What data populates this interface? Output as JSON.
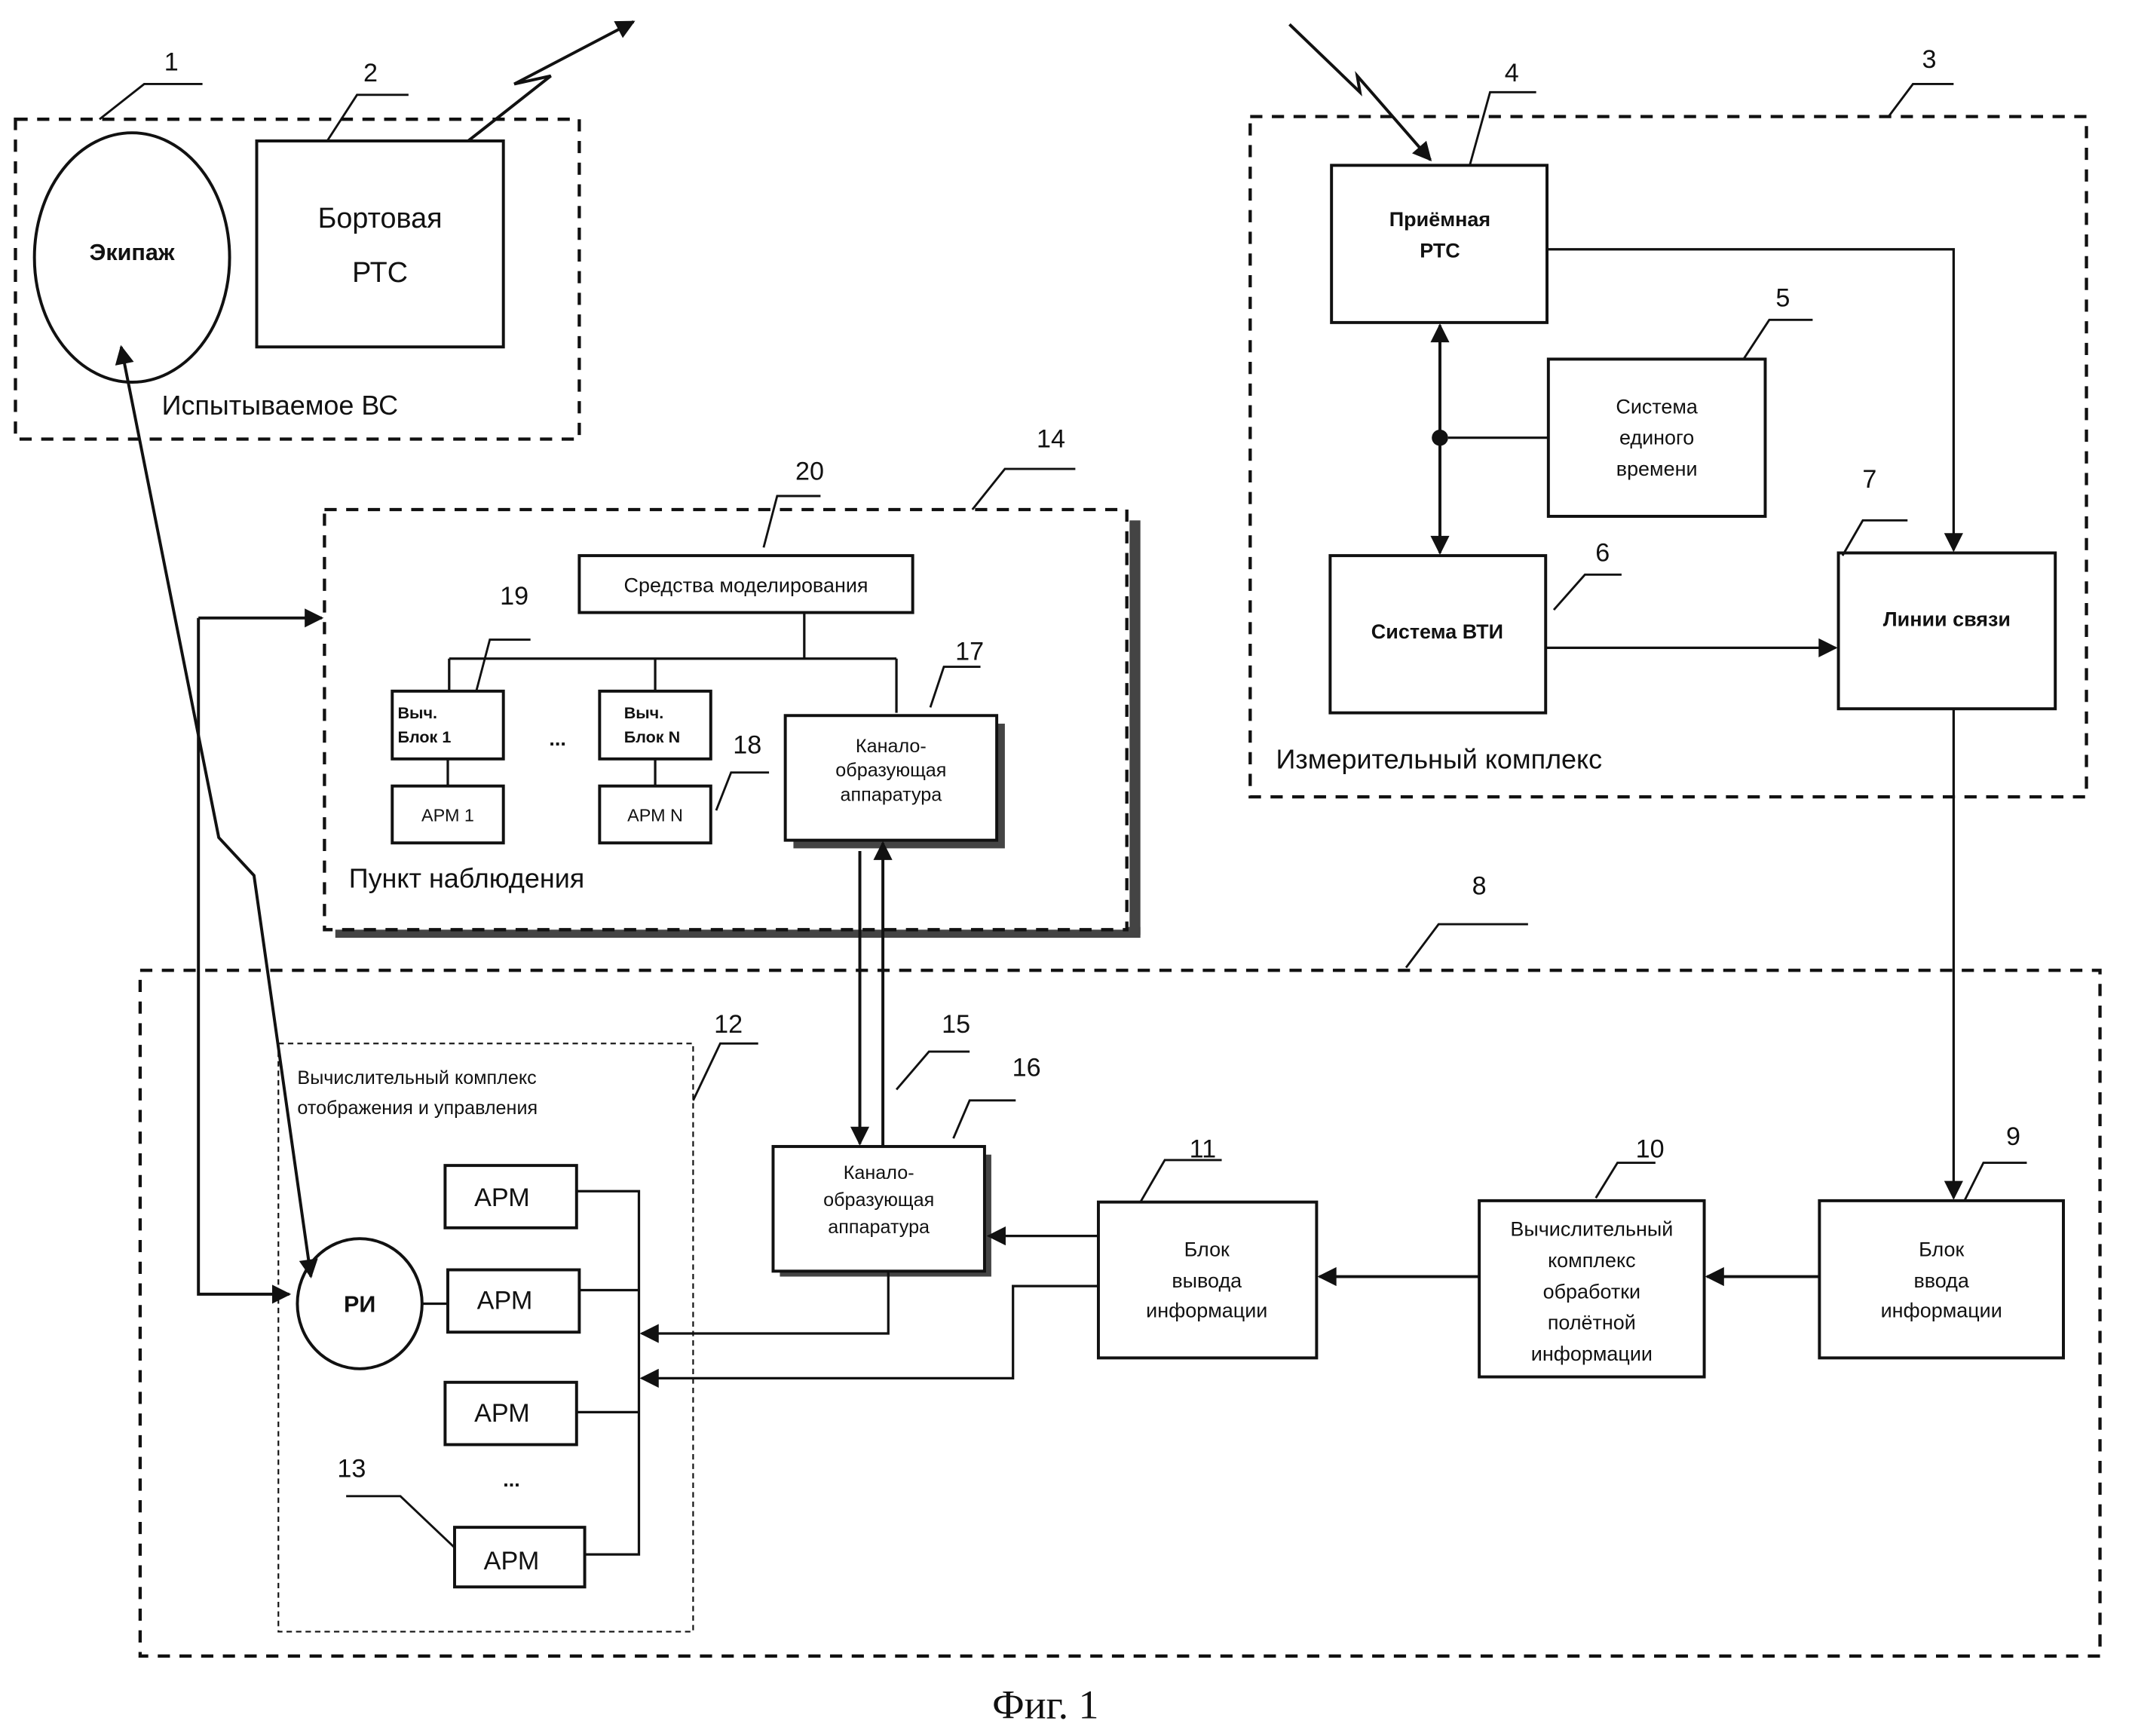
{
  "figure_caption": "Фиг. 1",
  "groups": {
    "tested_aircraft": {
      "ref": "1",
      "label": "Испытываемое ВС"
    },
    "measuring_complex": {
      "ref": "3",
      "label": "Измерительный комплекс"
    },
    "ground_complex": {
      "ref": "8"
    },
    "display_control_complex": {
      "ref": "12",
      "label_line1": "Вычислительный комплекс",
      "label_line2": "отображения   и управления"
    },
    "observation_point": {
      "ref": "14",
      "label": "Пункт наблюдения"
    }
  },
  "blocks": {
    "crew": {
      "label": "Экипаж"
    },
    "onboard_rts": {
      "ref": "2",
      "line1": "Бортовая",
      "line2": "РТС"
    },
    "receiving_rts": {
      "ref": "4",
      "line1": "Приёмная",
      "line2": "РТС"
    },
    "time_system": {
      "ref": "5",
      "line1": "Система",
      "line2": "единого",
      "line3": "времени"
    },
    "vti_system": {
      "ref": "6",
      "label": "Система ВТИ"
    },
    "comm_lines": {
      "ref": "7",
      "label": "Линии связи"
    },
    "input_block": {
      "ref": "9",
      "line1": "Блок",
      "line2": "ввода",
      "line3": "информации"
    },
    "processing_complex": {
      "ref": "10",
      "line1": "Вычислительный",
      "line2": "комплекс",
      "line3": "обработки",
      "line4": "полётной",
      "line5": "информации"
    },
    "output_block": {
      "ref": "11",
      "line1": "Блок",
      "line2": "вывода",
      "line3": "информации"
    },
    "ri": {
      "label": "РИ"
    },
    "arm_list": [
      "АРМ",
      "АРМ",
      "АРМ",
      "АРМ"
    ],
    "arm_ellipsis": "...",
    "arm_ref": "13",
    "channel_equipment_ground": {
      "ref": "16",
      "line1": "Канало-",
      "line2": "образующая",
      "line3": "аппаратура"
    },
    "link_ref": "15",
    "channel_equipment_obs": {
      "ref": "17",
      "line1": "Канало-",
      "line2": "образующая",
      "line3": "аппаратура"
    },
    "arm_obs_1": {
      "label": "АРМ 1"
    },
    "arm_obs_n": {
      "ref": "18",
      "label": "АРМ N"
    },
    "calc_block_1": {
      "ref": "19",
      "line1": "Выч.",
      "line2": "Блок 1"
    },
    "calc_block_n": {
      "line1": "Выч.",
      "line2": "Блок N"
    },
    "calc_ellipsis": "...",
    "modeling_tools": {
      "ref": "20",
      "label": "Средства моделирования"
    }
  }
}
